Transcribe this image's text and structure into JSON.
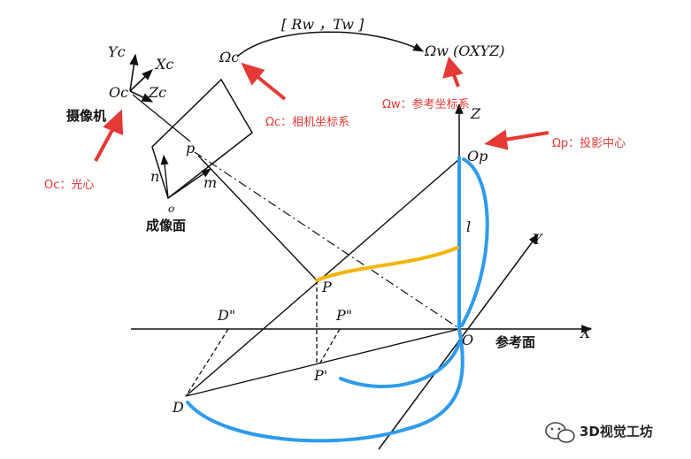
{
  "colors": {
    "ink": "#111111",
    "annotation": "#e53935",
    "trace_blue": "#2f9bec",
    "trace_orange": "#f4b400"
  },
  "labels": {
    "transform": "[ Rw ，Tw ]",
    "omega_c": "Ωc",
    "omega_w": "Ωw (OXYZ)",
    "Yc": "Yc",
    "Xc": "Xc",
    "Zc": "Zc",
    "Oc": "Oc",
    "camera": "摄像机",
    "p": "p",
    "n": "n",
    "m": "m",
    "o": "o",
    "image_plane": "成像面",
    "Z": "Z",
    "Op": "Op",
    "l": "l",
    "Y": "Y",
    "X": "X",
    "P": "P",
    "D2": "D\"",
    "P2": "P\"",
    "O": "O",
    "ref_plane": "参考面",
    "P1": "P'",
    "D": "D"
  },
  "annotations": {
    "omega_c": "Ωc：相机坐标系",
    "omega_w": "Ωw：参考坐标系",
    "omega_p": "Ωp：投影中心",
    "oc": "Oc：光心"
  },
  "watermark": {
    "icon": "wechat-icon",
    "text": "3D视觉工坊"
  }
}
